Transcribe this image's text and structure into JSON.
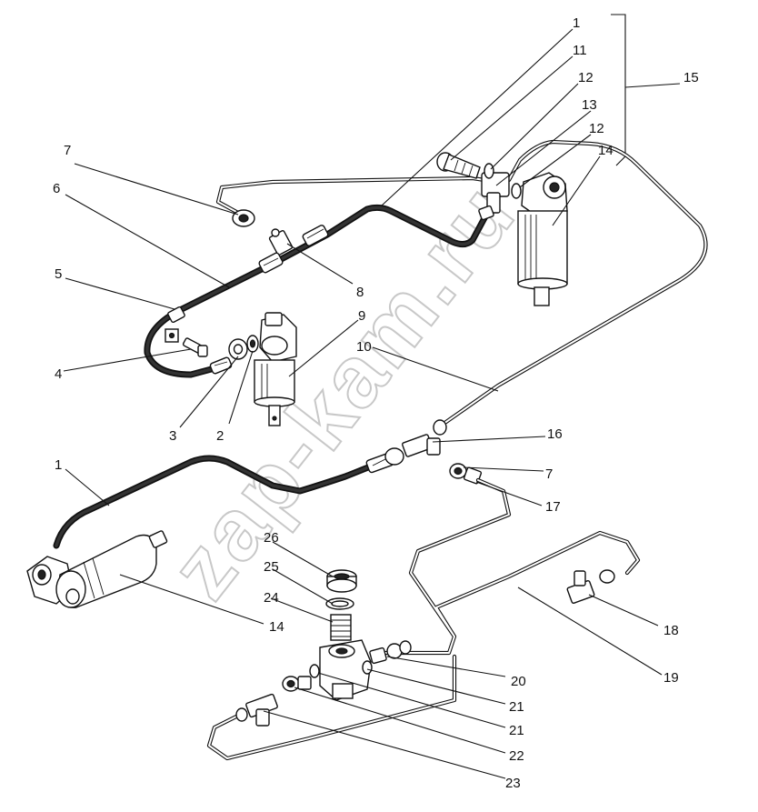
{
  "watermark": "zap-kam.ru",
  "callouts": [
    {
      "id": "c1a",
      "label": "1"
    },
    {
      "id": "c11",
      "label": "11"
    },
    {
      "id": "c12a",
      "label": "12"
    },
    {
      "id": "c13",
      "label": "13"
    },
    {
      "id": "c12b",
      "label": "12"
    },
    {
      "id": "c14a",
      "label": "14"
    },
    {
      "id": "c15",
      "label": "15"
    },
    {
      "id": "c7a",
      "label": "7"
    },
    {
      "id": "c6",
      "label": "6"
    },
    {
      "id": "c5",
      "label": "5"
    },
    {
      "id": "c8",
      "label": "8"
    },
    {
      "id": "c9",
      "label": "9"
    },
    {
      "id": "c10",
      "label": "10"
    },
    {
      "id": "c4",
      "label": "4"
    },
    {
      "id": "c3",
      "label": "3"
    },
    {
      "id": "c2",
      "label": "2"
    },
    {
      "id": "c16",
      "label": "16"
    },
    {
      "id": "c7b",
      "label": "7"
    },
    {
      "id": "c1b",
      "label": "1"
    },
    {
      "id": "c17",
      "label": "17"
    },
    {
      "id": "c26",
      "label": "26"
    },
    {
      "id": "c25",
      "label": "25"
    },
    {
      "id": "c24",
      "label": "24"
    },
    {
      "id": "c14b",
      "label": "14"
    },
    {
      "id": "c18",
      "label": "18"
    },
    {
      "id": "c19",
      "label": "19"
    },
    {
      "id": "c20",
      "label": "20"
    },
    {
      "id": "c21a",
      "label": "21"
    },
    {
      "id": "c21b",
      "label": "21"
    },
    {
      "id": "c22",
      "label": "22"
    },
    {
      "id": "c23",
      "label": "23"
    }
  ]
}
